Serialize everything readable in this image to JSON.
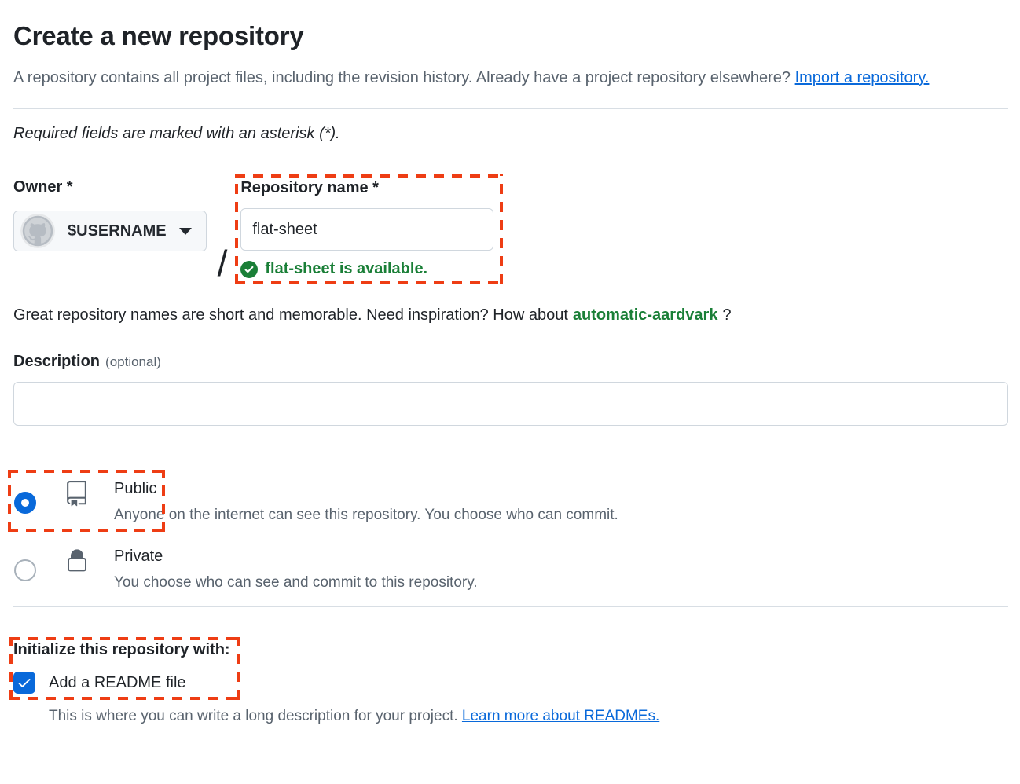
{
  "page": {
    "title": "Create a new repository",
    "intro_text": "A repository contains all project files, including the revision history. Already have a project repository elsewhere?",
    "intro_link": "Import a repository.",
    "required_note": "Required fields are marked with an asterisk (*)."
  },
  "owner": {
    "label": "Owner *",
    "selected_value": "$USERNAME",
    "separator": "/"
  },
  "repo_name": {
    "label": "Repository name *",
    "value": "flat-sheet",
    "availability_message": "flat-sheet is available."
  },
  "suggestion": {
    "text_before": "Great repository names are short and memorable. Need inspiration? How about",
    "suggested_name": "automatic-aardvark",
    "text_after": "?"
  },
  "description": {
    "label": "Description",
    "optional": "(optional)",
    "value": ""
  },
  "visibility": {
    "options": [
      {
        "name": "Public",
        "description": "Anyone on the internet can see this repository. You choose who can commit.",
        "selected": true,
        "icon": "repo-book-icon"
      },
      {
        "name": "Private",
        "description": "You choose who can see and commit to this repository.",
        "selected": false,
        "icon": "lock-icon"
      }
    ]
  },
  "initialize": {
    "heading": "Initialize this repository with:",
    "readme_label": "Add a README file",
    "readme_checked": true,
    "note_text": "This is where you can write a long description for your project.",
    "note_link": "Learn more about READMEs."
  },
  "colors": {
    "accent_blue": "#0969da",
    "success_green": "#1a7f37",
    "annotation_orange": "#ee3d14",
    "muted_text": "#59636e",
    "border": "#d0d7de",
    "button_background": "#f6f8fa"
  }
}
